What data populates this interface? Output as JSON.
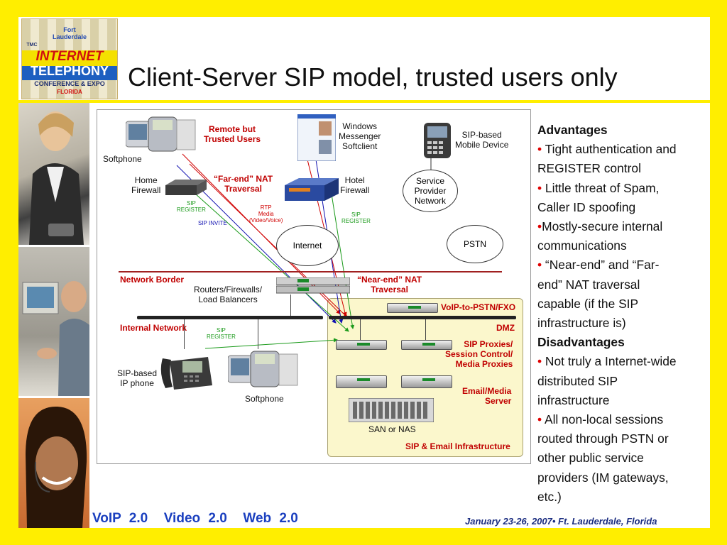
{
  "logo": {
    "line1": "Fort",
    "line2": "Lauderdale",
    "tmc": "TMC",
    "line3": "INTERNET",
    "line4": "TELEPHONY",
    "line5": "CONFERENCE & EXPO",
    "line6": "FLORIDA"
  },
  "title": "Client-Server SIP model, trusted users only",
  "diagram": {
    "softphone_top": "Softphone",
    "remote_users": "Remote but\nTrusted Users",
    "windows_messenger": "Windows\nMessenger\nSoftclient",
    "sip_mobile": "SIP-based\nMobile Device",
    "home_firewall": "Home\nFirewall",
    "far_end_nat": "“Far-end” NAT\nTraversal",
    "hotel_firewall": "Hotel\nFirewall",
    "service_provider": "Service\nProvider\nNetwork",
    "sip_register_1": "SIP\nREGISTER",
    "sip_invite": "SIP INVITE",
    "rtp_media": "RTP\nMedia\n(Video/Voice)",
    "sip_register_2": "SIP\nREGISTER",
    "internet": "Internet",
    "pstn": "PSTN",
    "network_border": "Network Border",
    "routers": "Routers/Firewalls/\nLoad Balancers",
    "near_end_nat": "“Near-end” NAT\nTraversal",
    "voip_pstn": "VoIP-to-PSTN/FXO",
    "internal_network": "Internal Network",
    "sip_register_3": "SIP\nREGISTER",
    "dmz": "DMZ",
    "sip_proxies": "SIP Proxies/\nSession Control/\nMedia Proxies",
    "sip_ip_phone": "SIP-based\nIP phone",
    "softphone_bottom": "Softphone",
    "email_media": "Email/Media\nServer",
    "san_nas": "SAN or NAS",
    "infra": "SIP & Email Infrastructure"
  },
  "bullets": {
    "advantages": "Advantages",
    "adv1": " Tight authentication and REGISTER control",
    "adv2": " Little threat of Spam, Caller ID spoofing",
    "adv3": "Mostly-secure internal communications",
    "adv4": " “Near-end” and “Far-end” NAT traversal capable (if the SIP infrastructure is)",
    "disadvantages": "Disadvantages",
    "dis1": " Not truly a Internet-wide distributed SIP infrastructure",
    "dis2": " All non-local sessions routed through PSTN or other public service providers (IM gateways, etc.)",
    "bullet": "•"
  },
  "footer": {
    "left": "VoIP 2.0  Video 2.0  Web 2.0",
    "right": "January 23-26, 2007• Ft. Lauderdale, Florida"
  },
  "colors": {
    "background": "#ffee00",
    "label_red": "#c00000",
    "footer_blue": "#1a3fbf"
  }
}
